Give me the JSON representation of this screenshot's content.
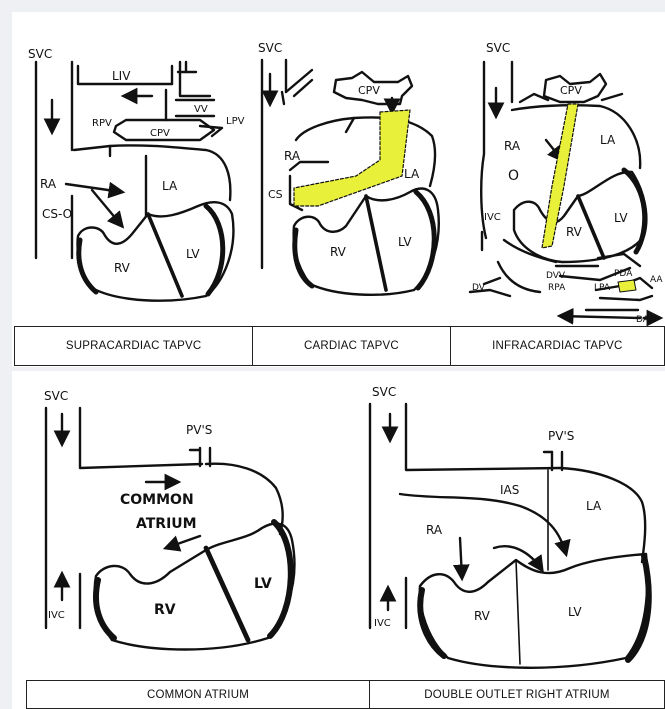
{
  "top_row": {
    "supracardiac": {
      "caption": "SUPRACARDIAC TAPVC",
      "labels": {
        "svc": "SVC",
        "liv": "LIV",
        "vv": "VV",
        "rpv": "RPV",
        "lpv": "LPV",
        "cpv": "CPV",
        "ra": "RA",
        "cs": "CS-O",
        "la": "LA",
        "rv": "RV",
        "lv": "LV"
      }
    },
    "cardiac": {
      "caption": "CARDIAC TAPVC",
      "labels": {
        "svc": "SVC",
        "cpv": "CPV",
        "ra": "RA",
        "la": "LA",
        "cs": "CS",
        "rv": "RV",
        "lv": "LV"
      }
    },
    "infracardiac": {
      "caption": "INFRACARDIAC TAPVC",
      "labels": {
        "svc": "SVC",
        "cpv": "CPV",
        "ra": "RA",
        "la": "LA",
        "o": "O",
        "ivc": "IVC",
        "rv": "RV",
        "lv": "LV",
        "dvv": "DVV",
        "rpa": "RPA",
        "pda": "PDA",
        "lpa": "LPA",
        "aa": "AA",
        "dv": "DV",
        "dao": "DAO"
      }
    }
  },
  "bottom_row": {
    "common_atrium": {
      "caption": "COMMON ATRIUM",
      "labels": {
        "svc": "SVC",
        "pvs": "PV'S",
        "common": "COMMON",
        "atrium": "ATRIUM",
        "ivc": "IVC",
        "rv": "RV",
        "lv": "LV"
      }
    },
    "dora": {
      "caption": "DOUBLE OUTLET RIGHT ATRIUM",
      "labels": {
        "svc": "SVC",
        "pvs": "PV'S",
        "ias": "IAS",
        "la": "LA",
        "ra": "RA",
        "ivc": "IVC",
        "rv": "RV",
        "lv": "LV"
      }
    }
  },
  "colors": {
    "highlight": "#e9f03a",
    "ink": "#111111",
    "frame": "#eef0f3"
  }
}
